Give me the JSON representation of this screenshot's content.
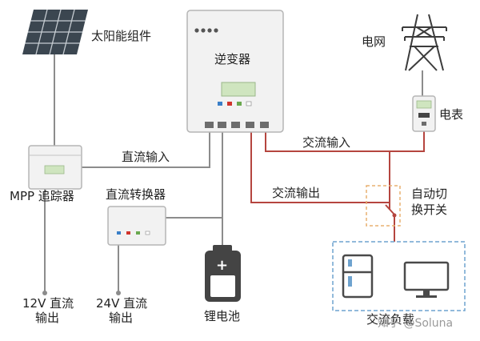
{
  "labels": {
    "solar_panel": "太阳能组件",
    "inverter": "逆变器",
    "grid": "电网",
    "meter": "电表",
    "mppt": "MPP 追踪器",
    "dc_input": "直流输入",
    "ac_input": "交流输入",
    "dc_converter": "直流转换器",
    "ac_output": "交流输出",
    "auto_switch_line1": "自动切",
    "auto_switch_line2": "换开关",
    "out12_line1": "12V 直流",
    "out12_line2": "输出",
    "out24_line1": "24V 直流",
    "out24_line2": "输出",
    "battery": "锂电池",
    "ac_load": "交流负载"
  },
  "watermark": "知乎 @Soluna",
  "colors": {
    "dc_line": "#8c8c8c",
    "ac_line": "#b5453f",
    "switch_box": "#e8b070",
    "load_border": "#6fa3cf",
    "device_fill": "#f2f2f2",
    "device_border": "#b5b5b5",
    "screen": "#cfe5bf",
    "battery_body": "#444444"
  }
}
